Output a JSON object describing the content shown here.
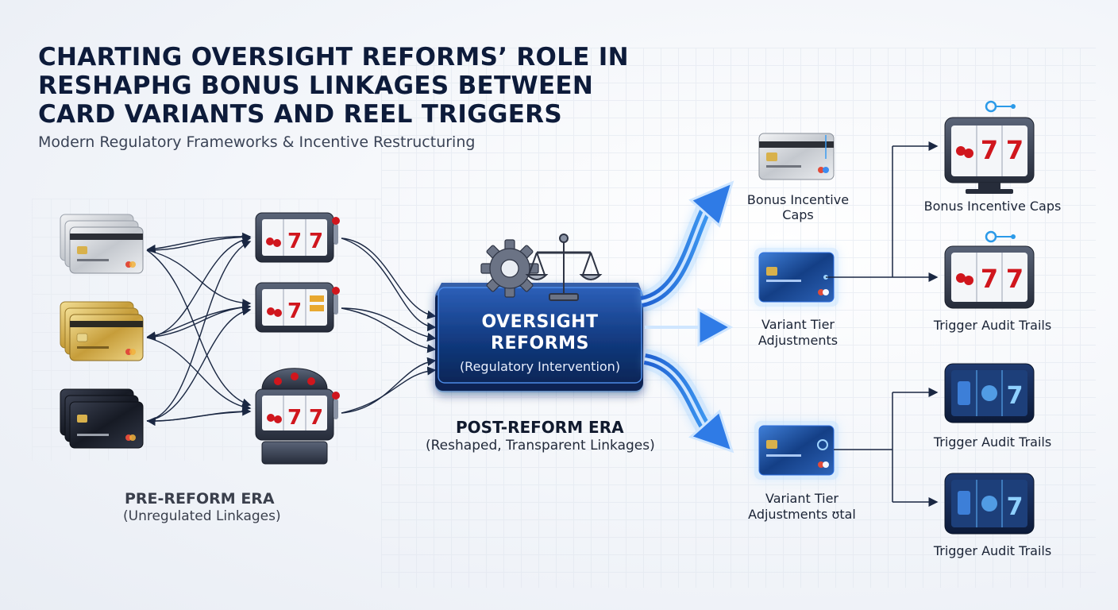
{
  "header": {
    "title": "CHARTING OVERSIGHT REFORMS’ ROLE IN RESHAPHG BONUS LINKAGES BETWEEN CARD VARIANTS AND REEL TRIGGERS",
    "subtitle": "Modern Regulatory Frameworks & Incentive Restructuring"
  },
  "hub": {
    "line1": "OVERSIGHT",
    "line2": "REFORMS",
    "line3": "(Regulatory Intervention)"
  },
  "pre_reform": {
    "title": "PRE-REFORM ERA",
    "subtitle": "(Unregulated Linkages)"
  },
  "post_reform": {
    "title": "POST-REFORM ERA",
    "subtitle": "(Reshaped, Transparent Linkages)"
  },
  "middle_labels": {
    "bonus_caps": "Bonus Incentive Caps",
    "variant_tier_line1": "Variant Tier",
    "variant_tier_line2": "Adjustments",
    "variant_tier_b_line1": "Variant Tier",
    "variant_tier_b_line2": "Adjustments ʊtal"
  },
  "right_labels": {
    "bonus_caps": "Bonus Incentive Caps",
    "audit_1": "Trigger Audit Trails",
    "audit_2": "Trigger Audit Trails",
    "audit_3": "Trigger Audit Trails"
  },
  "colors": {
    "navy": "#0d1b3a",
    "accent_blue": "#1f6fe0",
    "glow_blue": "#5fb4ff",
    "cherry_red": "#d0161d",
    "gold_card": "#c9a845",
    "silver_card": "#c9ccd2",
    "black_card": "#1e2330"
  },
  "icons": [
    "gear-icon",
    "scales-icon",
    "credit-card-icon",
    "slot-machine-icon",
    "arrow-icon"
  ]
}
